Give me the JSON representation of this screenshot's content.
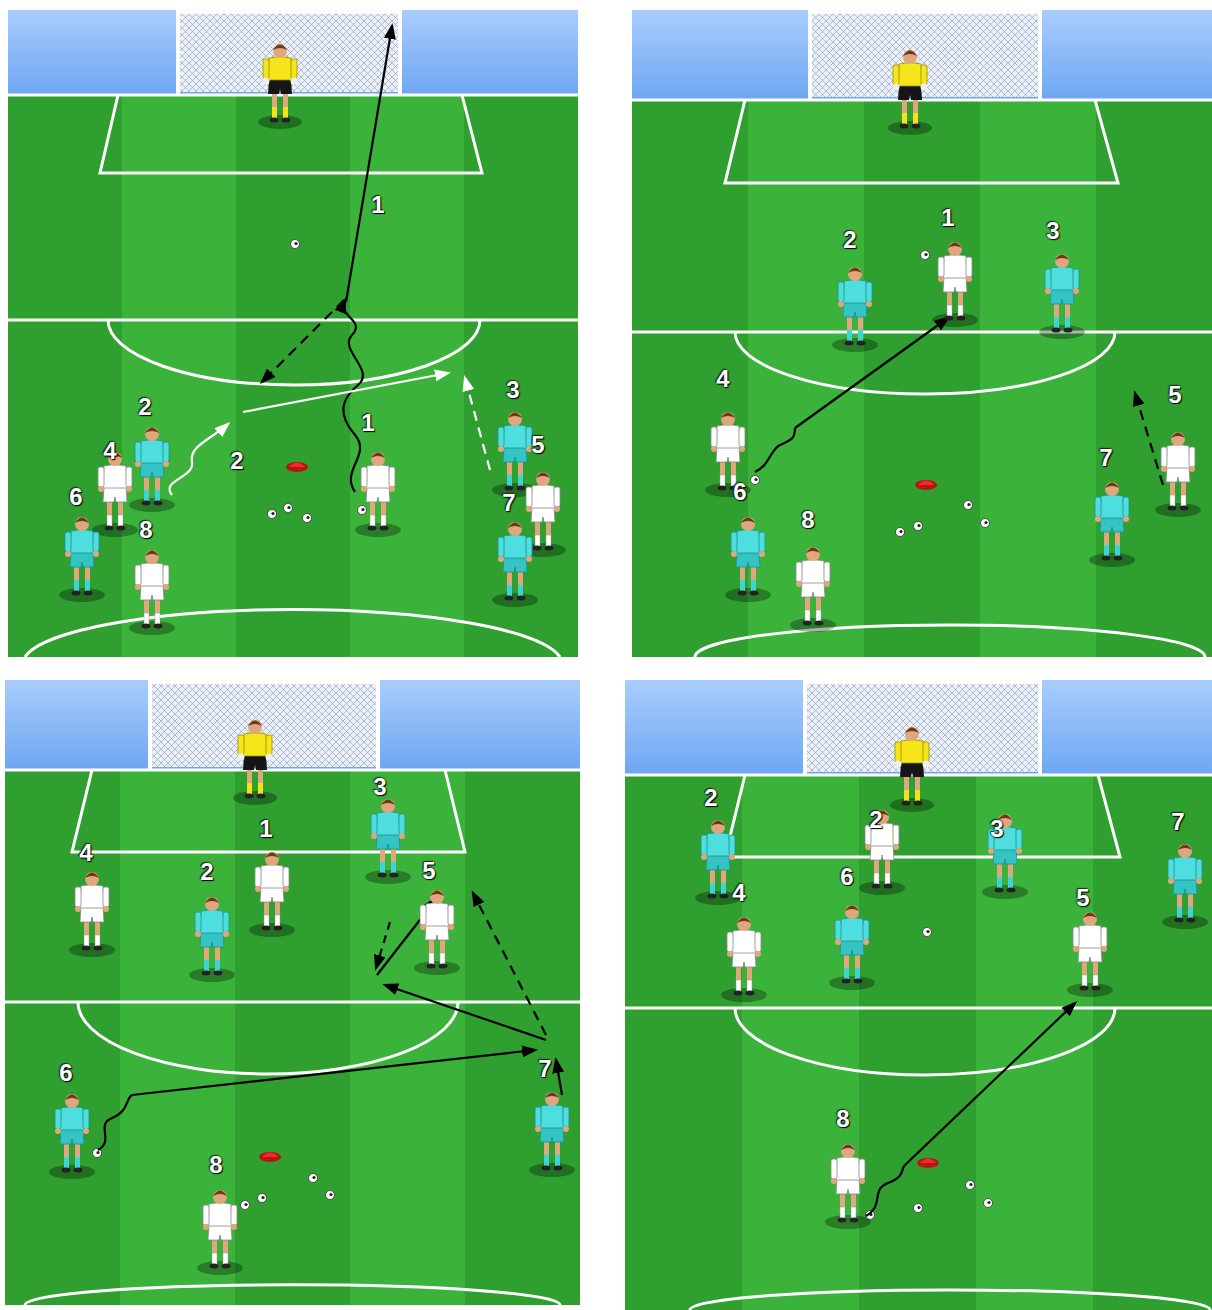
{
  "diagram": {
    "labels": [
      "1",
      "2",
      "4",
      "2",
      "1",
      "3",
      "5",
      "6",
      "7",
      "8",
      "1",
      "2",
      "3",
      "4",
      "5",
      "7",
      "6",
      "8",
      "3",
      "1",
      "4",
      "2",
      "5",
      "6",
      "7",
      "8",
      "2",
      "7",
      "2",
      "3",
      "6",
      "4",
      "5",
      "8"
    ]
  }
}
